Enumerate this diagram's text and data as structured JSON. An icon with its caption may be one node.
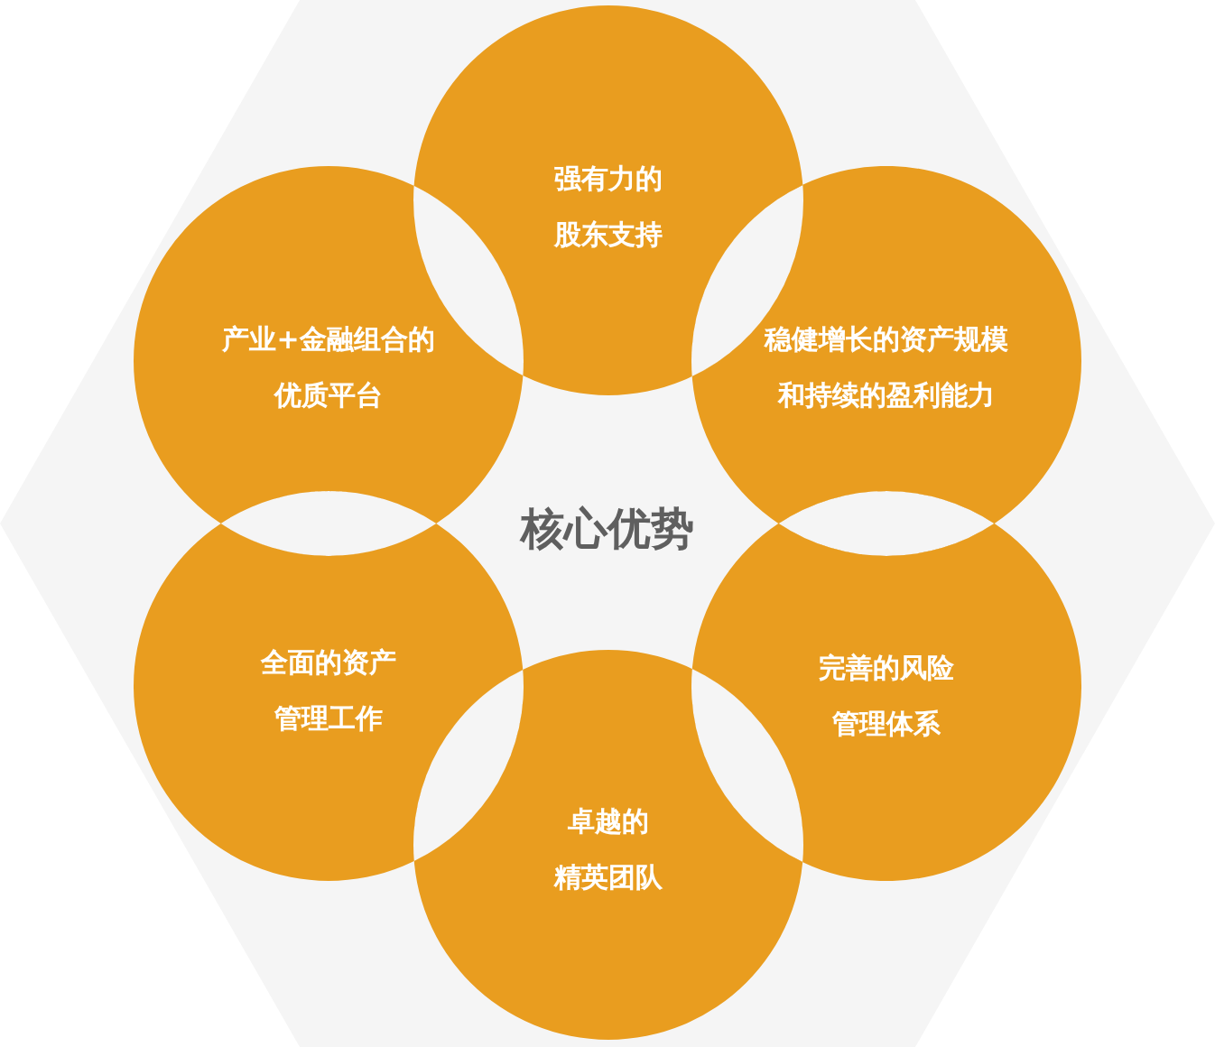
{
  "diagram": {
    "nodes": [
      {
        "text": [
          "核心优势"
        ]
      },
      {
        "text": [
          "强有力的股东支持"
        ],
        "in": 0
      },
      {
        "text": [
          "产业+金融组合的优质平台"
        ],
        "in": 0
      },
      {
        "text": [
          "稳健增长的资产规模和持续的盈利能力"
        ],
        "in": 0
      },
      {
        "text": [
          "全面的资产管理工作"
        ],
        "in": 0
      },
      {
        "text": [
          "完善的风险管理体系"
        ],
        "in": 0
      },
      {
        "text": [
          "卓越的精英团队"
        ],
        "in": 0
      }
    ]
  }
}
